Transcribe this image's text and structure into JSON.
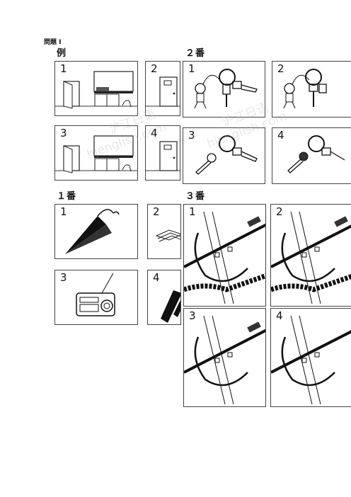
{
  "header": {
    "section_title": "問題 I",
    "example_label": "例",
    "q1_label": "１番",
    "q2_label": "２番",
    "q3_label": "３番"
  },
  "panels": {
    "ex": [
      "1",
      "2",
      "3",
      "4"
    ],
    "q1": [
      "1",
      "2",
      "3",
      "4"
    ],
    "q2": [
      "1",
      "2",
      "3",
      "4"
    ],
    "q3": [
      "1",
      "2",
      "3",
      "4"
    ]
  },
  "watermark": {
    "line1": "沪江日语",
    "line2": "hjenglish.com",
    "line3": "沪江日语",
    "line4": "hjenglish.com"
  },
  "icons": {
    "ex_scene": "classroom-door-icon",
    "q1_1": "umbrella-icon",
    "q1_3": "radio-icon",
    "q2_keys": "keychain-icon",
    "q3_map": "map-icon"
  }
}
